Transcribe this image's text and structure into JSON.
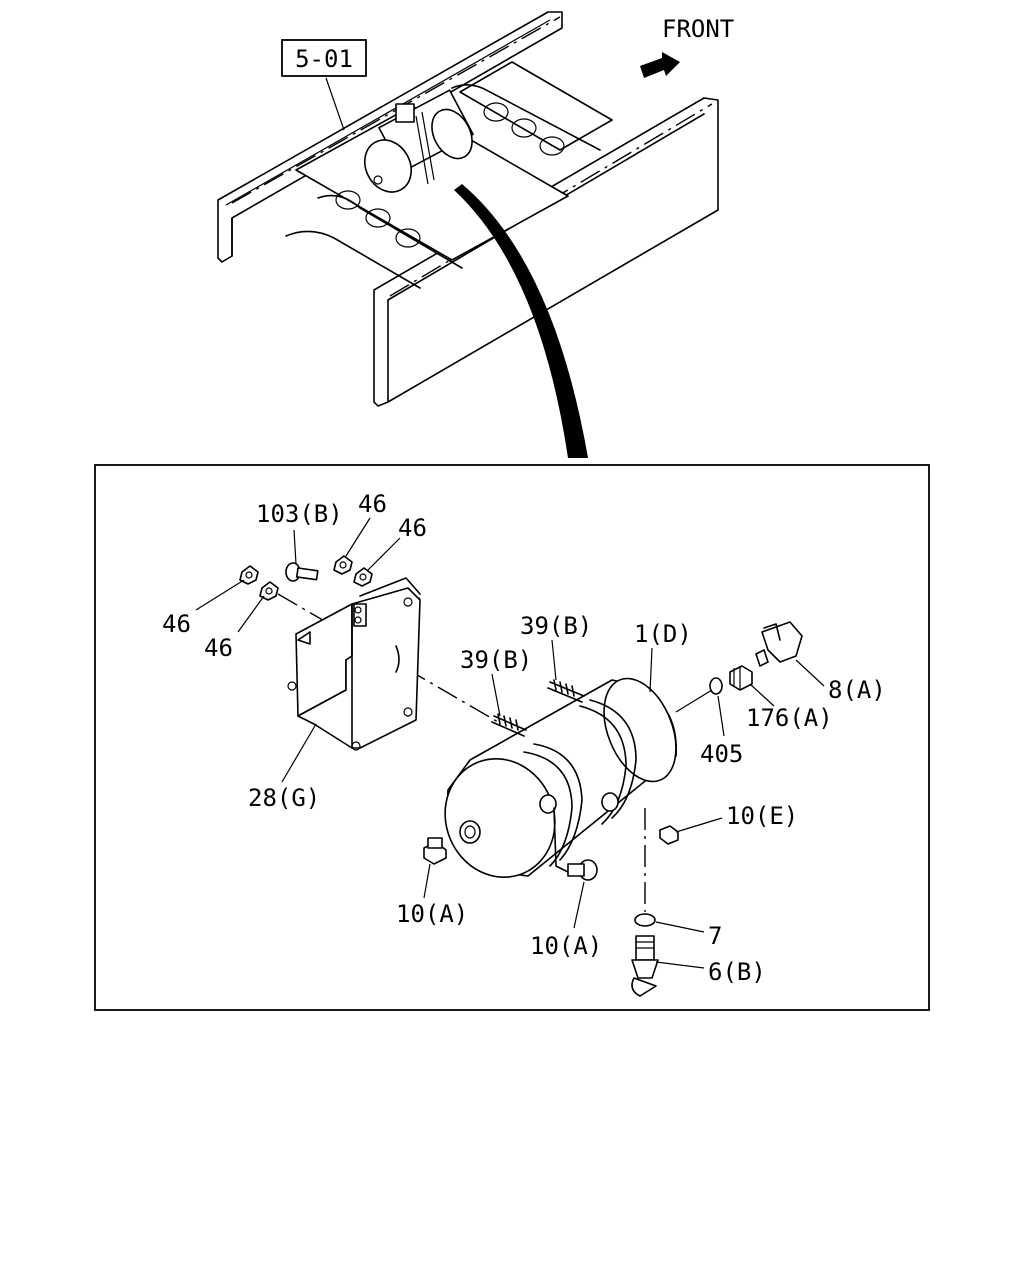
{
  "diagram": {
    "reference_box": "5-01",
    "direction": "FRONT",
    "callouts": {
      "bolt_103b": "103(B)",
      "nut_46_a": "46",
      "nut_46_b": "46",
      "nut_46_c": "46",
      "nut_46_d": "46",
      "bracket_28g": "28(G)",
      "stud_39b_a": "39(B)",
      "stud_39b_b": "39(B)",
      "tank_1d": "1(D)",
      "fitting_8a": "8(A)",
      "fitting_176a": "176(A)",
      "washer_405": "405",
      "plug_10e": "10(E)",
      "plug_10a_a": "10(A)",
      "plug_10a_b": "10(A)",
      "washer_7": "7",
      "drain_6b": "6(B)"
    }
  }
}
